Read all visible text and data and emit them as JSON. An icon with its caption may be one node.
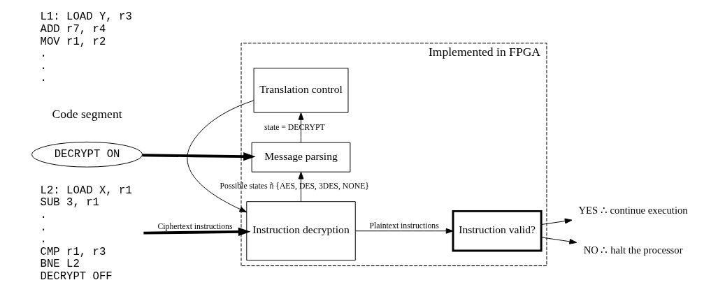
{
  "diagram": {
    "nodes": [
      {
        "text": [
          "Implemented in FPGA"
        ]
      },
      {
        "text": [
          "Message parsing"
        ],
        "in": 0
      },
      {
        "text": [
          "Translation control"
        ],
        "in": 0
      },
      {
        "text": [
          "Instruction decryption"
        ],
        "in": 0
      },
      {
        "text": [
          "Instruction valid?"
        ],
        "in": 0
      },
      {
        "text": [
          "YES ∴ continue execution"
        ]
      },
      {
        "text": [
          "NO ∴ halt the processor"
        ]
      },
      {
        "text": [
          "DECRYPT ON"
        ]
      },
      {
        "text": [
          "L2: LOAD X, r1",
          "SUB 3, r1",
          ".",
          ".",
          ".",
          "CMP r1, r3",
          "BNE L2",
          "DECRYPT OFF"
        ]
      }
    ],
    "edges": [
      {
        "from": 7,
        "to": 1,
        "arrow": "to",
        "style": "thick"
      },
      {
        "from": 8,
        "to": 3,
        "arrow": "to",
        "style": "thick",
        "label": "Ciphertext instructions"
      },
      {
        "from": 1,
        "to": 2,
        "arrow": "to",
        "label": "state = DECRYPT"
      },
      {
        "from": 2,
        "to": 3,
        "arrow": "to"
      },
      {
        "from": 3,
        "to": 4,
        "arrow": "to",
        "label": "Plaintext instructions"
      },
      {
        "from": 3,
        "to": 1,
        "arrow": "to",
        "label": "Possible states ñ {AES, DES, 3DES, NONE}"
      },
      {
        "from": 4,
        "to": 5,
        "arrow": "to"
      },
      {
        "from": 4,
        "to": 6,
        "arrow": "to"
      }
    ],
    "labels": [
      "Code segment",
      "L1: LOAD Y, r3",
      "ADD r7, r4",
      "MOV r1, r2",
      ".",
      ".",
      "."
    ]
  }
}
